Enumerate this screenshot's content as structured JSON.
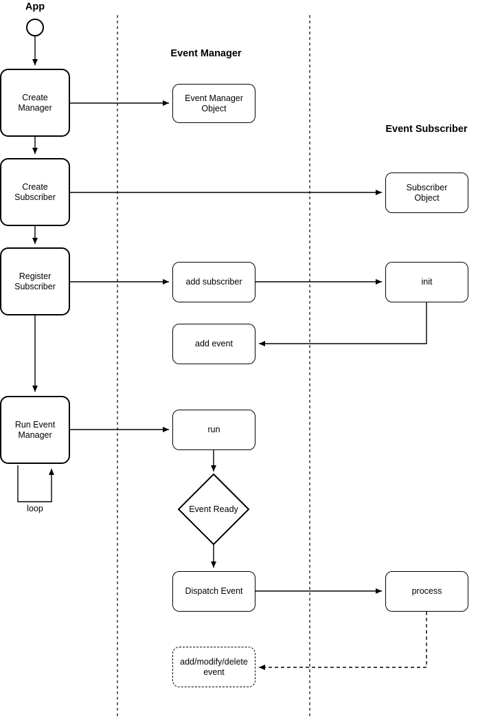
{
  "diagram": {
    "type": "flowchart",
    "title_lanes": [
      {
        "id": "app",
        "label": "App"
      },
      {
        "id": "event-manager",
        "label": "Event Manager"
      },
      {
        "id": "event-subscriber",
        "label": "Event Subscriber"
      }
    ],
    "start_node": {
      "shape": "circle",
      "label": ""
    },
    "app_nodes": [
      {
        "id": "create-manager",
        "label": "Create\nManager"
      },
      {
        "id": "create-subscriber",
        "label": "Create\nSubscriber"
      },
      {
        "id": "register-subscriber",
        "label": "Register\nSubscriber"
      },
      {
        "id": "run-event-manager",
        "label": "Run Event\nManager"
      }
    ],
    "manager_nodes": [
      {
        "id": "event-manager-object",
        "label": "Event Manager\nObject"
      },
      {
        "id": "add-subscriber",
        "label": "add subscriber"
      },
      {
        "id": "add-event",
        "label": "add event"
      },
      {
        "id": "run",
        "label": "run"
      },
      {
        "id": "dispatch-event",
        "label": "Dispatch Event"
      }
    ],
    "subscriber_nodes": [
      {
        "id": "subscriber-object",
        "label": "Subscriber\nObject"
      },
      {
        "id": "init",
        "label": "init"
      },
      {
        "id": "process",
        "label": "process"
      }
    ],
    "decision_node": {
      "id": "event-ready",
      "label": "Event Ready",
      "shape": "diamond"
    },
    "dashed_node": {
      "id": "add-modify-delete-event",
      "label": "add/modify/delete\nevent"
    },
    "loop_label": "loop",
    "colors": {
      "stroke": "#000000",
      "fill": "#ffffff",
      "text": "#000000"
    }
  }
}
